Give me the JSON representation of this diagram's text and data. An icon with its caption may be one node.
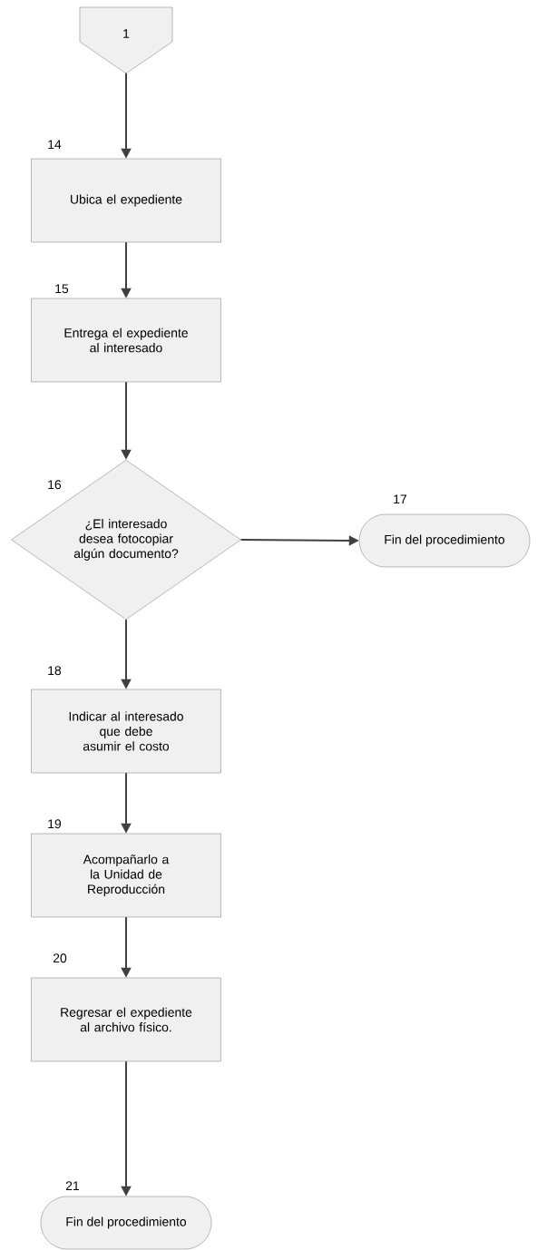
{
  "diagram": {
    "nodes": [
      {
        "text": [
          "1"
        ]
      },
      {
        "text": [
          "Ubica el expediente"
        ],
        "beside": [
          "14"
        ]
      },
      {
        "text": [
          "Entrega el expediente al interesado"
        ],
        "beside": [
          "15"
        ]
      },
      {
        "text": [
          "¿El interesado desea fotocopiar algún documento?"
        ],
        "beside": [
          "16"
        ]
      },
      {
        "text": [
          "Fin del procedimiento"
        ],
        "beside": [
          "17"
        ]
      },
      {
        "text": [
          "Indicar al interesado que debe asumir el costo"
        ],
        "beside": [
          "18"
        ]
      },
      {
        "text": [
          "Acompañarlo a la Unidad de Reproducción"
        ],
        "beside": [
          "19"
        ]
      },
      {
        "text": [
          "Regresar el expediente al archivo físico."
        ],
        "beside": [
          "20"
        ]
      },
      {
        "text": [
          "Fin del procedimiento"
        ],
        "beside": [
          "21"
        ]
      }
    ],
    "edges": [
      {
        "from": 0,
        "to": 1,
        "arrow": "to"
      },
      {
        "from": 1,
        "to": 2,
        "arrow": "to"
      },
      {
        "from": 2,
        "to": 3,
        "arrow": "to"
      },
      {
        "from": 3,
        "to": 4,
        "arrow": "to"
      },
      {
        "from": 3,
        "to": 5,
        "arrow": "to"
      },
      {
        "from": 5,
        "to": 6,
        "arrow": "to"
      },
      {
        "from": 6,
        "to": 7,
        "arrow": "to"
      },
      {
        "from": 7,
        "to": 8,
        "arrow": "to"
      }
    ]
  }
}
